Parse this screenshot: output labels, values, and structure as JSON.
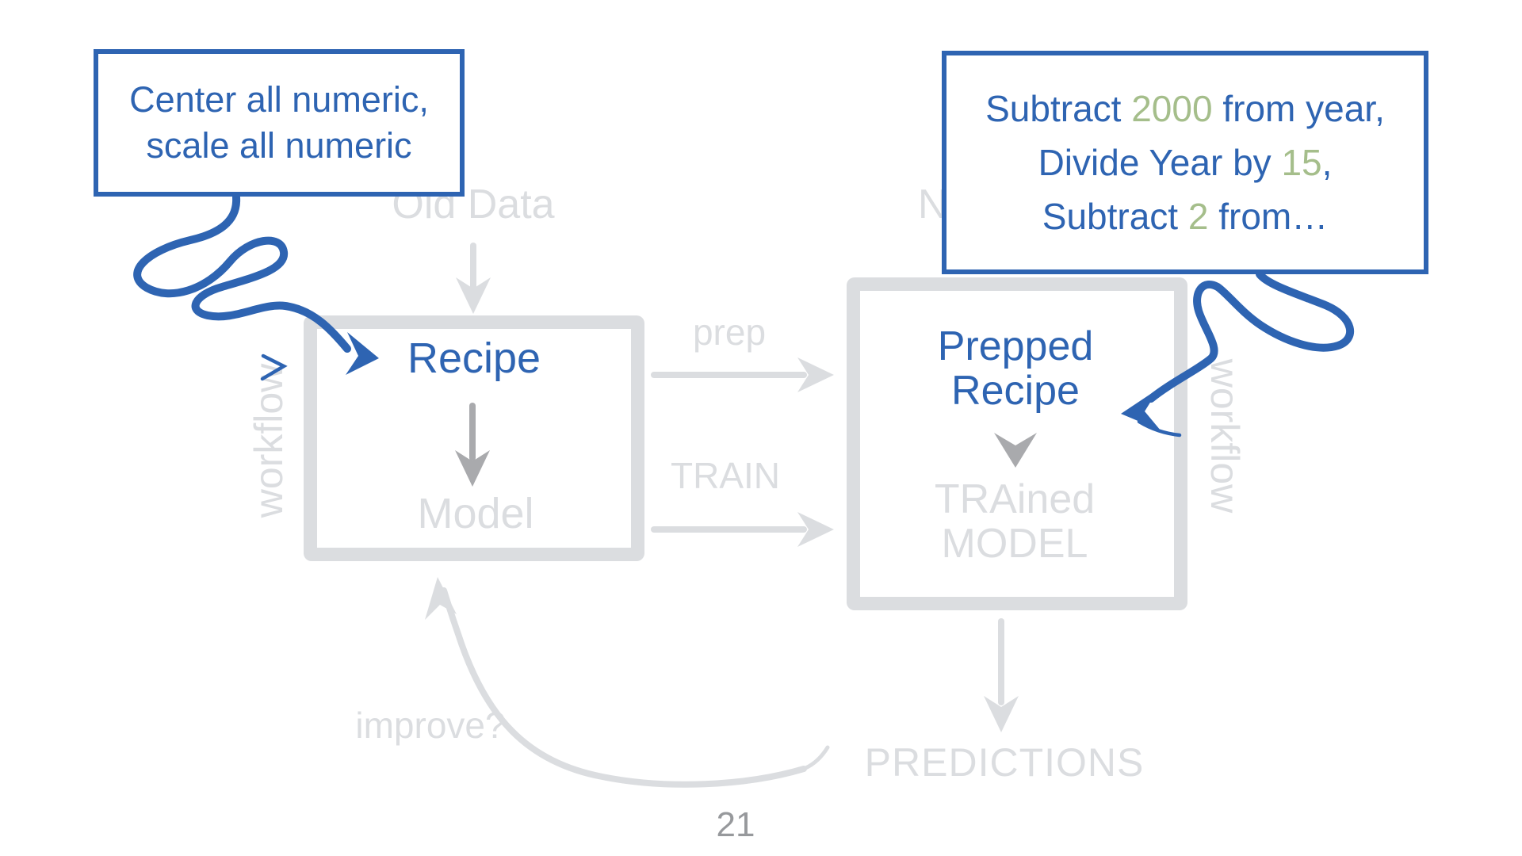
{
  "slide": {
    "page_number": "21",
    "background": "#FFFFFF"
  },
  "colors": {
    "accent_blue": "#2E64B2",
    "number_green": "#A5BE8B",
    "faded_gray": "#DBDDE0",
    "arrow_mid_gray": "#A9AAAD",
    "page_number_gray": "#97999C"
  },
  "callout_left": {
    "line1": "Center all numeric,",
    "line2": "scale all numeric"
  },
  "callout_right": {
    "line1_pre": "Subtract ",
    "line1_num": "2000",
    "line1_post": " from year,",
    "line2_pre": "Divide Year by ",
    "line2_num": "15",
    "line2_post": ",",
    "line3_pre": "Subtract ",
    "line3_num": "2",
    "line3_post": " from…"
  },
  "diagram": {
    "old_data": "Old Data",
    "new_data": "New Data",
    "workflow_left": "workflow",
    "workflow_right": "workflow",
    "recipe": "Recipe",
    "model": "Model",
    "prep": "prep",
    "train": "TRAIN",
    "prepped_recipe_line1": "Prepped",
    "prepped_recipe_line2": "Recipe",
    "trained_model_line1": "TRAined",
    "trained_model_line2": "MODEL",
    "predictions": "PREDICTIONS",
    "improve": "improve?"
  }
}
